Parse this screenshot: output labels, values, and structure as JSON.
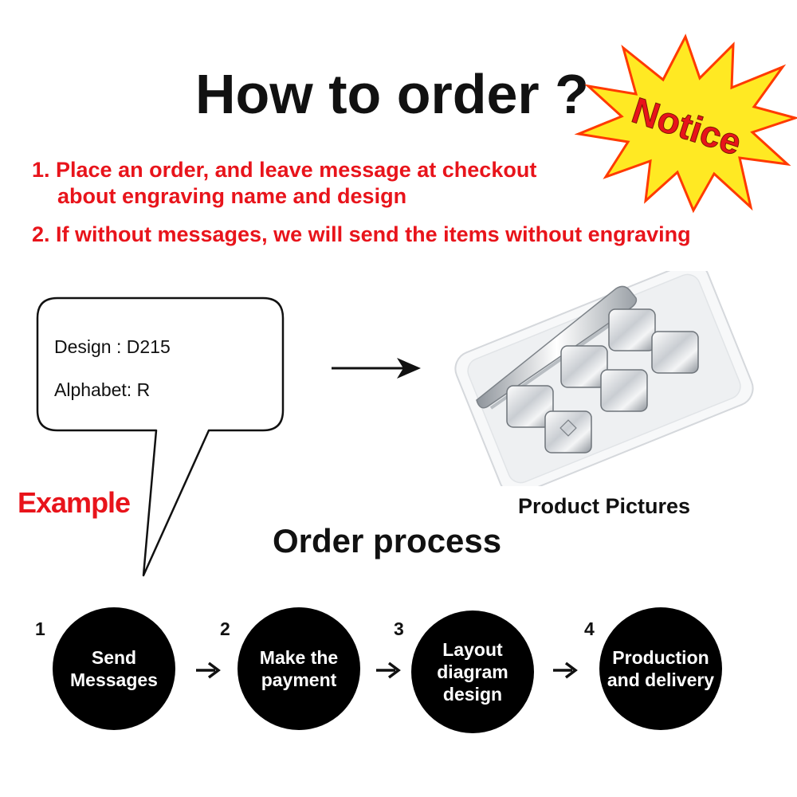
{
  "title": "How to order ?",
  "notice": {
    "label": "Notice",
    "burst_color": "#ffe923",
    "burst_edge": "#ff3a00",
    "text_color": "#e8141b"
  },
  "instructions": {
    "item1_line1": "1. Place an order, and leave message at checkout",
    "item1_line2": "about engraving name and design",
    "item2": "2. If without messages, we will send the items without engraving"
  },
  "example_bubble": {
    "design": "Design : D215",
    "alphabet": "Alphabet: R"
  },
  "example_label": "Example",
  "product_caption": "Product Pictures",
  "process": {
    "title": "Order process",
    "steps": [
      {
        "number": "1",
        "line1": "Send",
        "line2": "Messages",
        "line3": ""
      },
      {
        "number": "2",
        "line1": "Make the",
        "line2": "payment",
        "line3": ""
      },
      {
        "number": "3",
        "line1": "Layout",
        "line2": "diagram",
        "line3": "design"
      },
      {
        "number": "4",
        "line1": "Production",
        "line2": "and delivery",
        "line3": ""
      }
    ]
  },
  "colors": {
    "accent_red": "#e8141b",
    "text": "#111111",
    "step_fill": "#000000"
  },
  "icons": {
    "arrow": "right-arrow-icon",
    "notice": "starburst-icon",
    "product": "ice-cube-tray-icon"
  }
}
